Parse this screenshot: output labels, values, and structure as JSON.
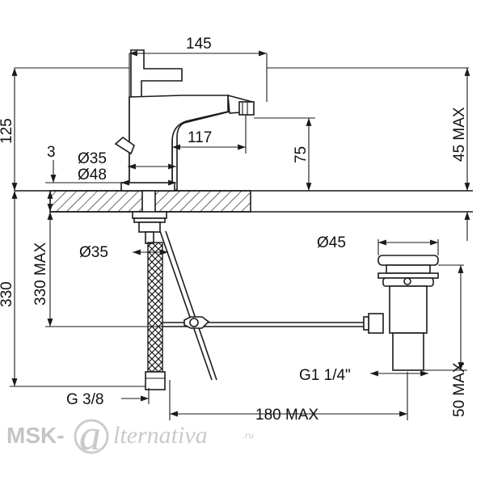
{
  "dimensions": {
    "top_width": "145",
    "spout_reach": "117",
    "height_total": "125",
    "lever_offset": "3",
    "outlet_height": "75",
    "max_above_deck": "45 MAX",
    "dia_35_top": "Ø35",
    "dia_48": "Ø48",
    "dia_35_bottom": "Ø35",
    "max_below_330": "330 MAX",
    "hose_length": "330",
    "waste_dia": "Ø45",
    "waste_thread": "G1 1/4\"",
    "waste_max": "50 MAX",
    "hose_thread": "G 3/8",
    "rod_reach": "180 MAX"
  },
  "watermark": {
    "prefix": "MSK-",
    "script_letter": "a",
    "suffix": "lternativa",
    "tld": ".ru"
  },
  "colors": {
    "line": "#1a1a1a",
    "watermark": "#c4c4c4"
  }
}
